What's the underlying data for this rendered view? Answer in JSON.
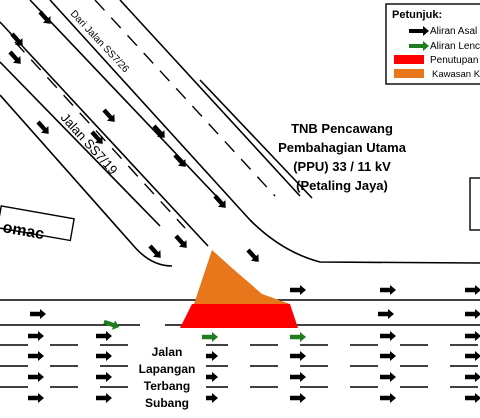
{
  "colors": {
    "flow_normal": "#000000",
    "flow_alternate": "#1e7d1e",
    "closure": "#ff0000",
    "area": "#e8761a",
    "background": "#ffffff"
  },
  "road_labels": {
    "from_ss7_26": "Dari Jalan SS7/26",
    "jalan_ss7_19": "Jalan SS7/19",
    "building_left": "omac",
    "main_road_line1": "Jalan",
    "main_road_line2": "Lapangan",
    "main_road_line3": "Terbang",
    "main_road_line4": "Subang"
  },
  "building": {
    "line1": "TNB Pencawang",
    "line2": "Pembahagian Utama",
    "line3": "(PPU) 33 / 11 kV",
    "line4": "(Petaling Jaya)"
  },
  "legend": {
    "title": "Petunjuk:",
    "items": [
      {
        "label": "Aliran Asal",
        "symbol": "black-arrow-icon",
        "color": "#000000"
      },
      {
        "label": "Aliran Lenc",
        "symbol": "green-arrow-icon",
        "color": "#1e7d1e"
      },
      {
        "label": "Penutupan",
        "symbol": "red-swatch",
        "color": "#ff0000"
      },
      {
        "label": "Kawasan K",
        "symbol": "orange-swatch",
        "color": "#e8761a"
      }
    ]
  }
}
